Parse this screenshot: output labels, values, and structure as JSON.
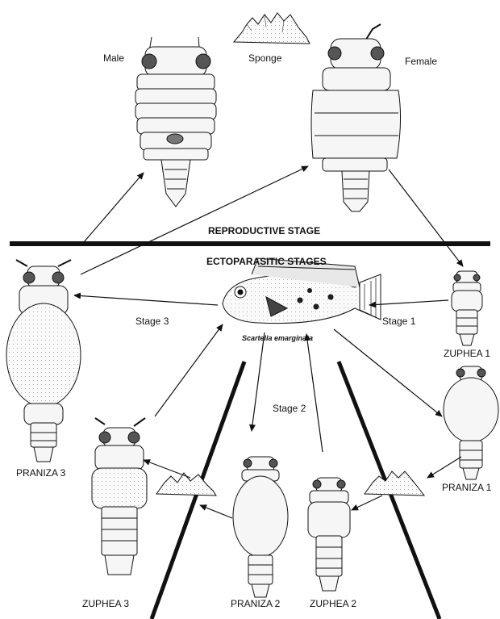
{
  "labels": {
    "male": "Male",
    "sponge": "Sponge",
    "female": "Female",
    "reproductive_stage": "REPRODUCTIVE STAGE",
    "ectoparasitic_stages": "ECTOPARASITIC STAGES",
    "stage3": "Stage 3",
    "stage1": "Stage 1",
    "stage2": "Stage 2",
    "host_species": "Scartella emarginata",
    "zuphea1": "ZUPHEA 1",
    "praniza1": "PRANIZA 1",
    "praniza2": "PRANIZA 2",
    "zuphea2": "ZUPHEA 2",
    "zuphea3": "ZUPHEA 3",
    "praniza3": "PRANIZA 3"
  },
  "colors": {
    "ink": "#111111",
    "fill": "#f4f4f4"
  }
}
